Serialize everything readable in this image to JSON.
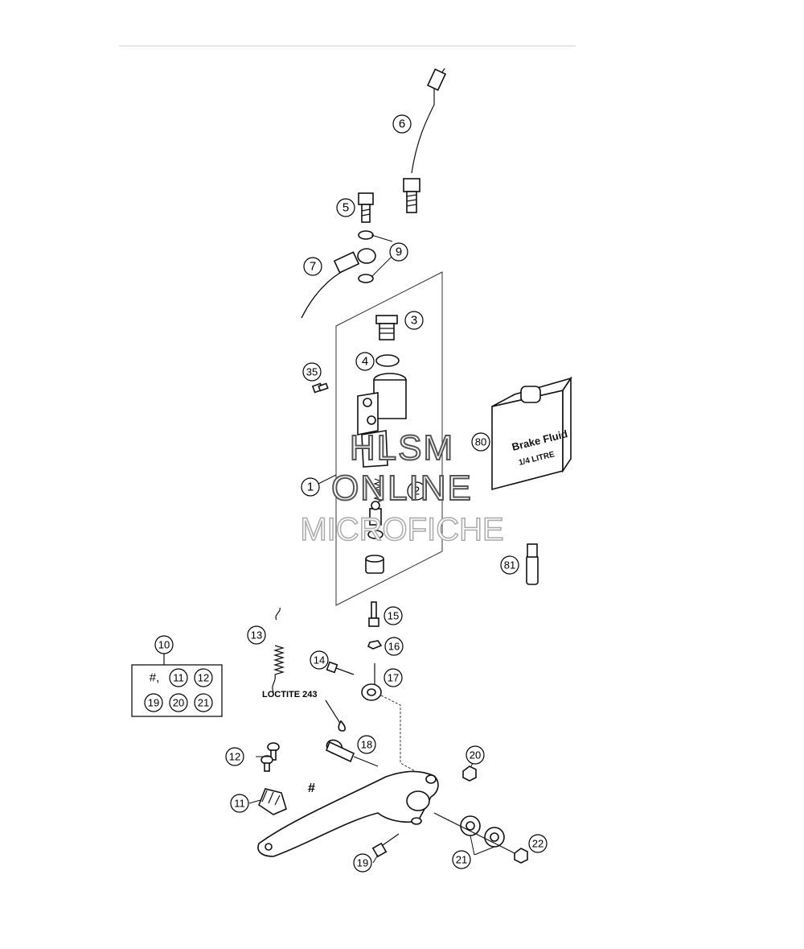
{
  "callouts": [
    "6",
    "5",
    "9",
    "7",
    "3",
    "4",
    "35",
    "80",
    "1",
    "2",
    "81",
    "15",
    "13",
    "16",
    "14",
    "17",
    "10",
    "18",
    "12",
    "20",
    "11",
    "19",
    "21",
    "22"
  ],
  "kit": {
    "row1": [
      "#,",
      "11",
      "12"
    ],
    "row2": [
      "19",
      "20",
      "21"
    ]
  },
  "labels": {
    "loctite": "LOCTITE 243",
    "hash": "#",
    "can_line1": "Brake Fluid",
    "can_line2": "1/4 LITRE"
  },
  "watermark": {
    "line1": "HLSM",
    "line2": "ONLINE",
    "line3": "MICROFICHE"
  }
}
